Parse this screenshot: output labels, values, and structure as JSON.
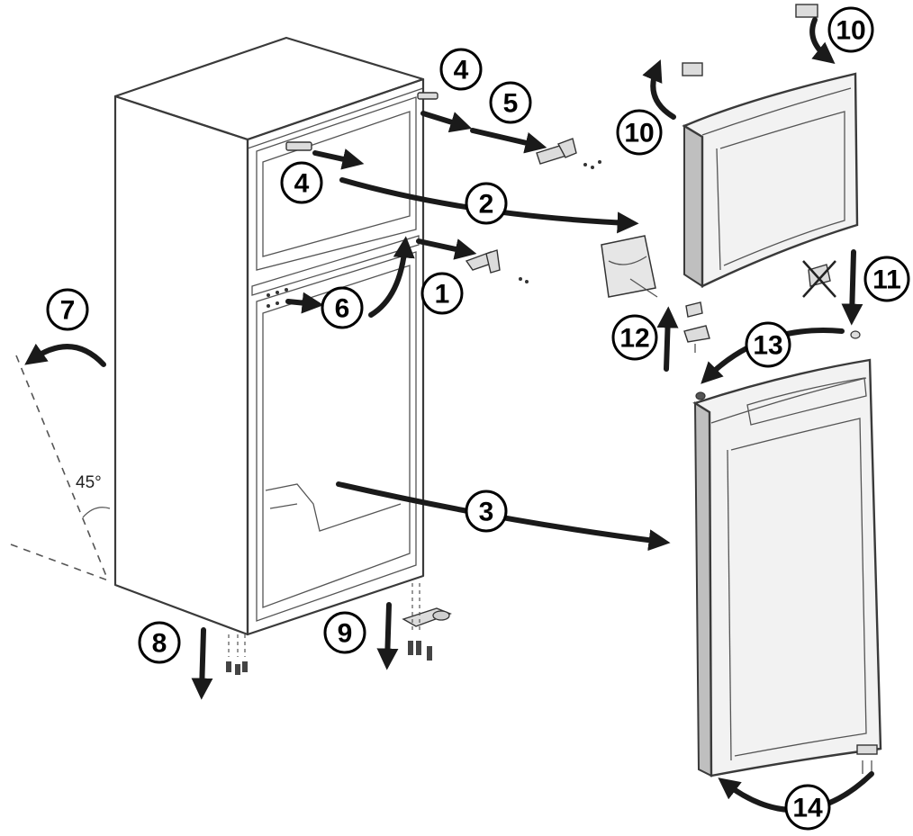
{
  "diagram": {
    "angle_label": "45°",
    "steps": [
      {
        "id": "s1",
        "number": "1"
      },
      {
        "id": "s2",
        "number": "2"
      },
      {
        "id": "s3",
        "number": "3"
      },
      {
        "id": "s4a",
        "number": "4"
      },
      {
        "id": "s4b",
        "number": "4"
      },
      {
        "id": "s5",
        "number": "5"
      },
      {
        "id": "s6",
        "number": "6"
      },
      {
        "id": "s7",
        "number": "7"
      },
      {
        "id": "s8",
        "number": "8"
      },
      {
        "id": "s9",
        "number": "9"
      },
      {
        "id": "s10a",
        "number": "10"
      },
      {
        "id": "s10b",
        "number": "10"
      },
      {
        "id": "s11",
        "number": "11"
      },
      {
        "id": "s12",
        "number": "12"
      },
      {
        "id": "s13",
        "number": "13"
      },
      {
        "id": "s14",
        "number": "14"
      }
    ],
    "colors": {
      "line": "#1a1a1a",
      "fill_light": "#f2f2f2",
      "fill_mid": "#bfbfbf",
      "background": "#ffffff"
    }
  }
}
